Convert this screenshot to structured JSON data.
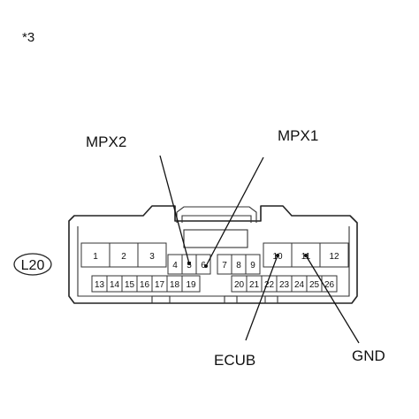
{
  "note": "*3",
  "connector": {
    "code": "L20",
    "top_row": [
      "1",
      "2",
      "3",
      "4",
      "5",
      "6",
      "7",
      "8",
      "9",
      "10",
      "11",
      "12"
    ],
    "bottom_row": [
      "13",
      "14",
      "15",
      "16",
      "17",
      "18",
      "19",
      "20",
      "21",
      "22",
      "23",
      "24",
      "25",
      "26"
    ]
  },
  "callouts": {
    "mpx2": "MPX2",
    "mpx1": "MPX1",
    "ecub": "ECUB",
    "gnd": "GND"
  }
}
